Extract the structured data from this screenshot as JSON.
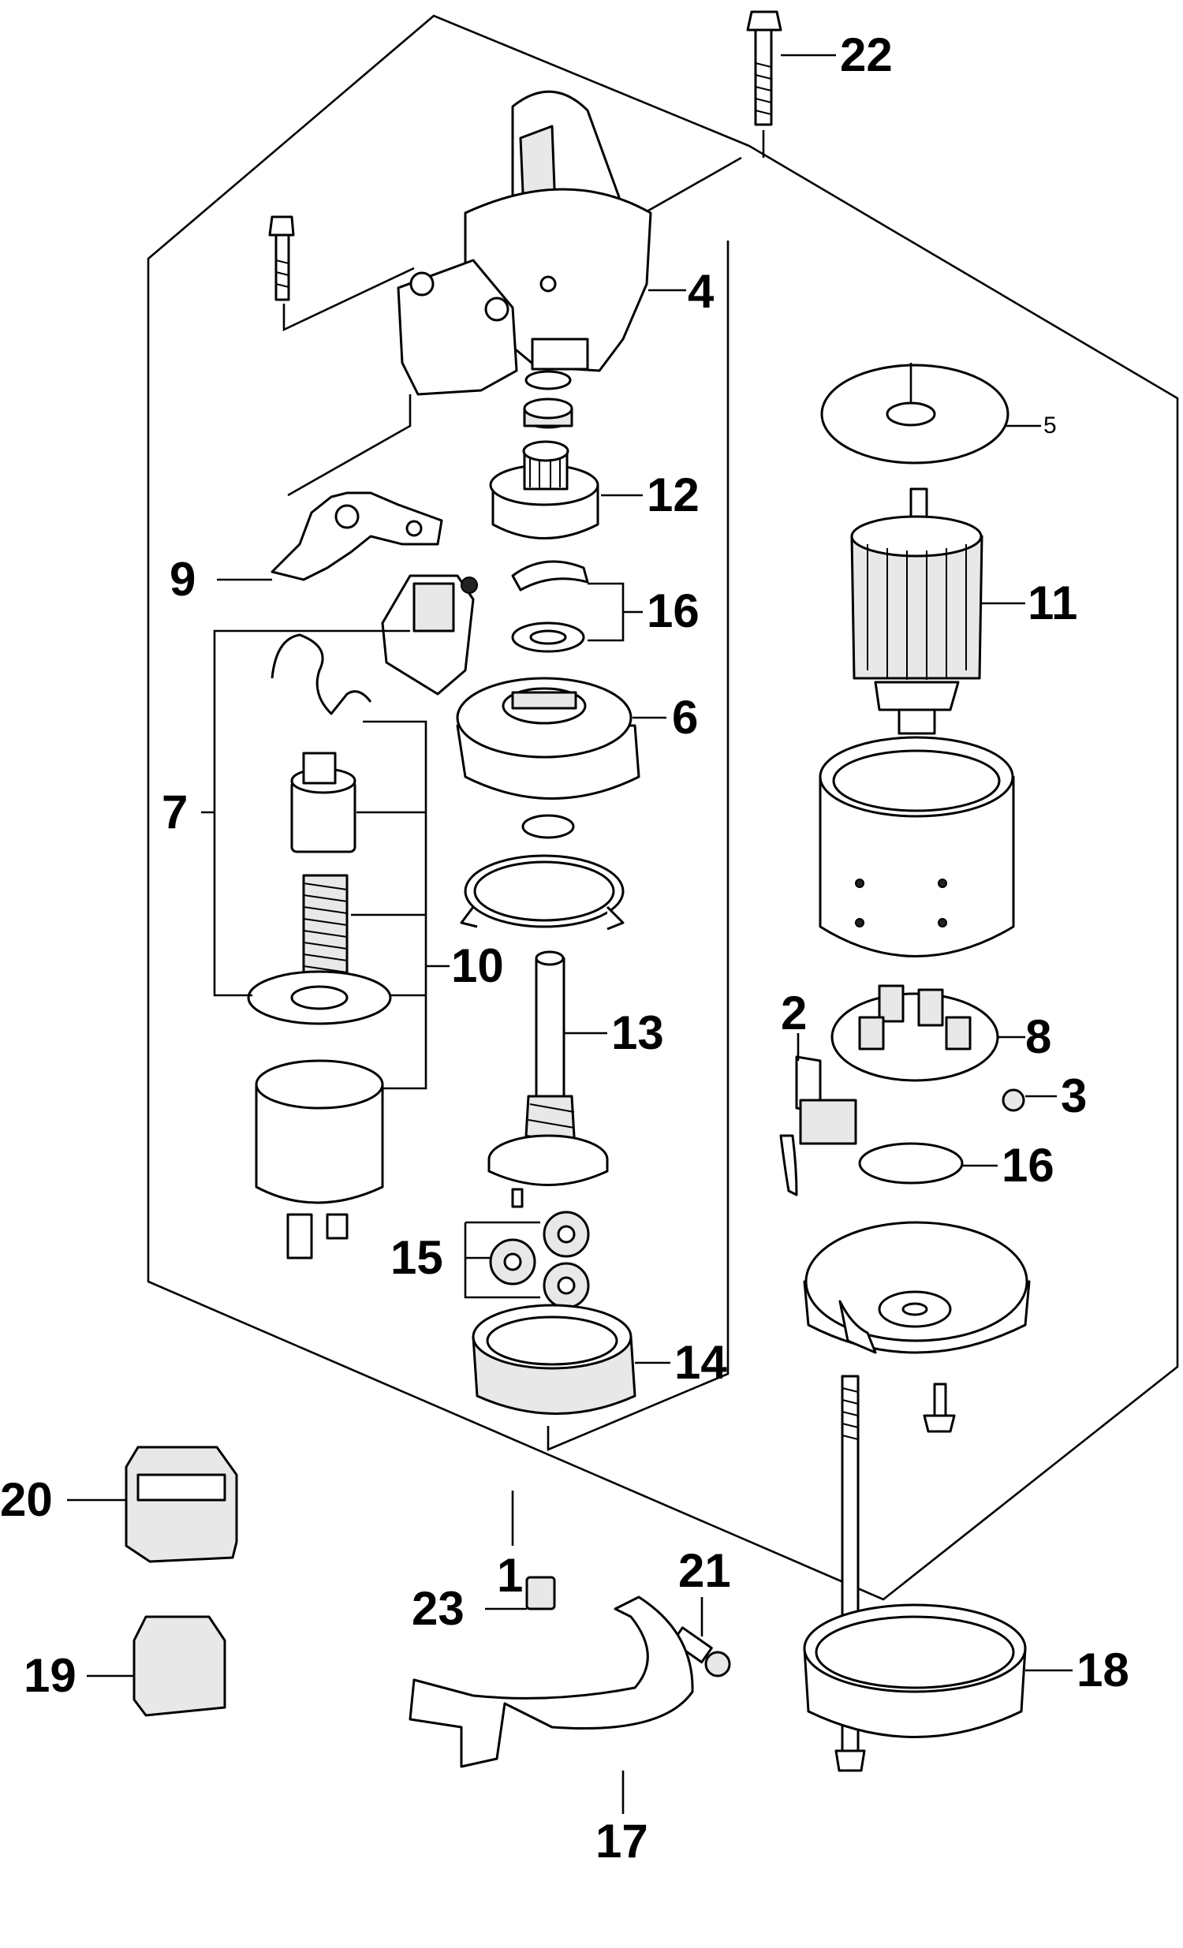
{
  "callouts": {
    "c1": "1",
    "c2": "2",
    "c3": "3",
    "c4": "4",
    "c5": "5",
    "c6": "6",
    "c7": "7",
    "c8": "8",
    "c9": "9",
    "c10": "10",
    "c11": "11",
    "c12": "12",
    "c13": "13",
    "c14": "14",
    "c15": "15",
    "c16a": "16",
    "c16b": "16",
    "c17": "17",
    "c18": "18",
    "c19": "19",
    "c20": "20",
    "c21": "21",
    "c22": "22",
    "c23": "23"
  },
  "colors": {
    "line": "#000000",
    "background": "#ffffff"
  }
}
